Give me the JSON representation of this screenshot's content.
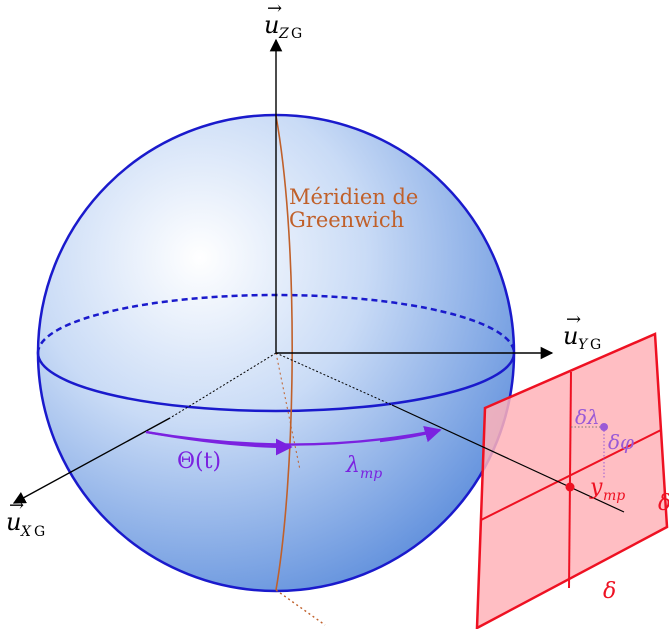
{
  "labels": {
    "z_axis": "u",
    "z_axis_sub": "Z",
    "z_axis_sub2": "G",
    "y_axis": "u",
    "y_axis_sub": "Y",
    "y_axis_sub2": "G",
    "x_axis": "u",
    "x_axis_sub": "X",
    "x_axis_sub2": "G",
    "meridian_line1": "Méridien de",
    "meridian_line2": "Greenwich",
    "theta": "Θ(t)",
    "lambda_main": "λ",
    "lambda_main_sub": "mp",
    "delta_lambda": "δλ",
    "delta_phi": "δφ",
    "y_mp": "y",
    "y_mp_sub": "mp",
    "delta_bottom": "δ",
    "delta_right": "δ"
  },
  "colors": {
    "sphere_stroke": "#1a1acc",
    "meridian": "#c0602a",
    "arc": "#7b22e0",
    "plane_fill": "#ffb3b8",
    "plane_stroke": "#ee1122",
    "axis": "#000000"
  }
}
